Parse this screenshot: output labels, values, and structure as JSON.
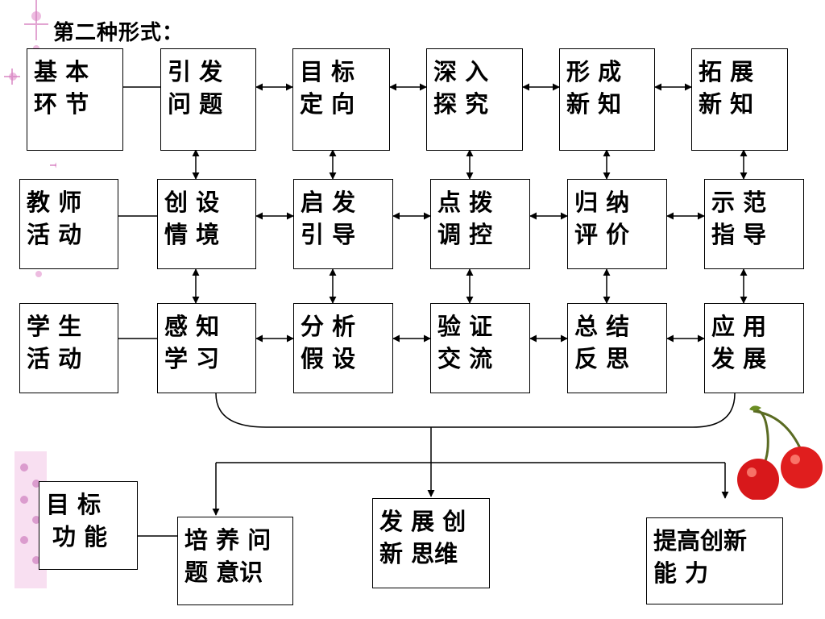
{
  "title": "第二种形式：",
  "rows": {
    "basic": {
      "label": [
        "基 本",
        "环 节"
      ],
      "cells": [
        [
          "引 发",
          "问 题"
        ],
        [
          "目 标",
          "定 向"
        ],
        [
          "深 入",
          "探 究"
        ],
        [
          "形 成",
          "新 知"
        ],
        [
          "拓 展",
          "新 知"
        ]
      ]
    },
    "teacher": {
      "label": [
        "教 师",
        "活 动"
      ],
      "cells": [
        [
          "创 设",
          "情 境"
        ],
        [
          "启 发",
          "引 导"
        ],
        [
          "点 拨",
          "调 控"
        ],
        [
          "归 纳",
          "评 价"
        ],
        [
          "示 范",
          "指 导"
        ]
      ]
    },
    "student": {
      "label": [
        "学 生",
        "活 动"
      ],
      "cells": [
        [
          "感 知",
          "学 习"
        ],
        [
          "分 析",
          "假 设"
        ],
        [
          "验 证",
          "交 流"
        ],
        [
          "总 结",
          "反 思"
        ],
        [
          "应 用",
          "发 展"
        ]
      ]
    }
  },
  "goals": {
    "label": [
      "目 标",
      "功 能"
    ],
    "items": [
      [
        "培 养 问",
        "题 意识"
      ],
      [
        "发 展 创",
        "新 思维"
      ],
      [
        "提高创新",
        "能 力"
      ]
    ]
  }
}
